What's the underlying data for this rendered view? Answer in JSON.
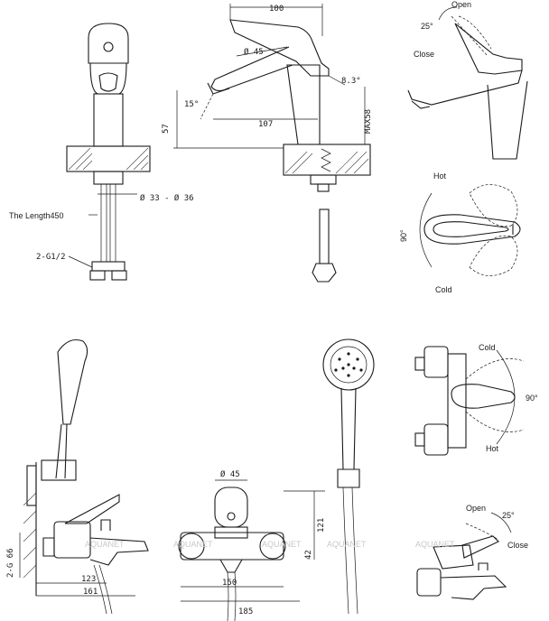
{
  "labels": {
    "length": "The Length450",
    "thread": "2-G1/2",
    "hole_diameter": "Ø 33 - Ø 36",
    "dim_100": "100",
    "dim_45_top": "Ø 45",
    "dim_8_3": "8.3°",
    "dim_15": "15°",
    "dim_57": "57",
    "dim_107": "107",
    "dim_max58": "MAX58",
    "open_top": "Open",
    "close_top": "Close",
    "deg_25_top": "25°",
    "hot_top": "Hot",
    "cold_top": "Cold",
    "deg_90_top": "90°",
    "cold_bottom": "Cold",
    "hot_bottom": "Hot",
    "deg_90_bottom": "90°",
    "g_66": "2-G 66",
    "dim_123": "123",
    "dim_161": "161",
    "dim_45_bottom": "Ø 45",
    "dim_121": "121",
    "dim_42": "42",
    "dim_150": "150",
    "dim_185": "185",
    "open_bottom": "Open",
    "close_bottom": "Close",
    "deg_25_bottom": "25°",
    "watermark": "AQUANET"
  }
}
